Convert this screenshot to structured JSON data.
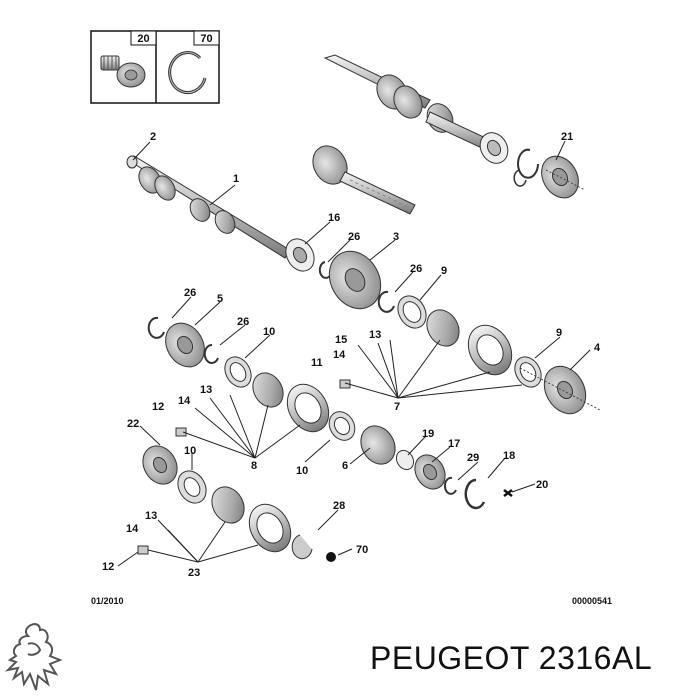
{
  "inset_labels": [
    "20",
    "70"
  ],
  "callouts": [
    "1",
    "2",
    "3",
    "4",
    "5",
    "6",
    "7",
    "8",
    "9",
    "10",
    "11",
    "12",
    "13",
    "14",
    "15",
    "16",
    "17",
    "18",
    "19",
    "20",
    "21",
    "22",
    "23",
    "26",
    "28",
    "29",
    "70"
  ],
  "footer": {
    "date": "01/2010",
    "code": "00000541"
  },
  "caption": "PEUGEOT 2316AL",
  "logo_icon": "peugeot-lion-icon"
}
